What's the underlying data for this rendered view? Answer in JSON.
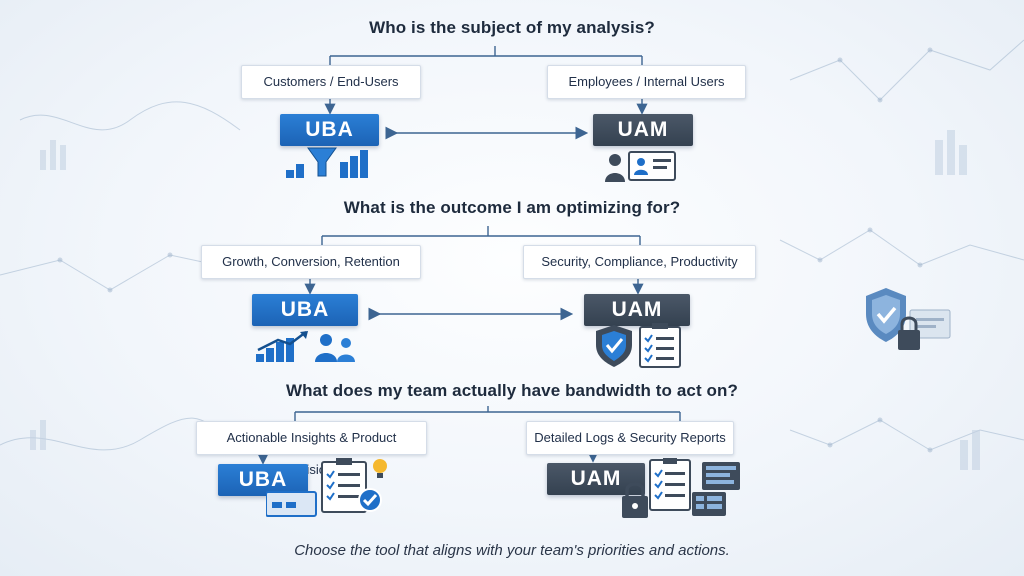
{
  "colors": {
    "uba": "#1f6fc8",
    "uam": "#3e4b5b",
    "connector": "#3d6592",
    "text": "#1e2b3d"
  },
  "sections": [
    {
      "question": "Who is the subject of my analysis?",
      "left": {
        "label": "Customers / End-Users",
        "tool": "UBA",
        "icon": "funnel-bar-chart-icon"
      },
      "right": {
        "label": "Employees / Internal Users",
        "tool": "UAM",
        "icon": "employee-id-card-icon"
      }
    },
    {
      "question": "What is the outcome I am optimizing for?",
      "left": {
        "label": "Growth, Conversion, Retention",
        "tool": "UBA",
        "icon": "growth-users-icon"
      },
      "right": {
        "label": "Security, Compliance, Productivity",
        "tool": "UAM",
        "icon": "shield-checklist-icon"
      }
    },
    {
      "question": "What does my team actually have bandwidth to act on?",
      "left": {
        "label": "Actionable Insights & Product Decisions",
        "tool": "UBA",
        "icon": "insights-checklist-icon"
      },
      "right": {
        "label": "Detailed Logs & Security Reports",
        "tool": "UAM",
        "icon": "logs-lock-icon"
      }
    }
  ],
  "footer": "Choose the tool that aligns with your team's priorities and actions."
}
